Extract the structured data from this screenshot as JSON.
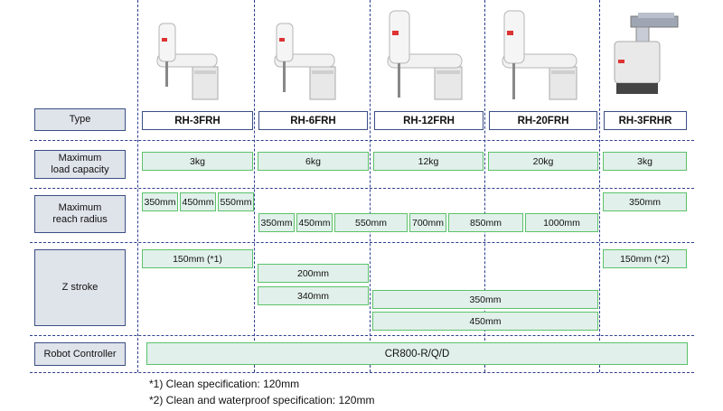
{
  "row_labels": {
    "type": "Type",
    "load": "Maximum\nload capacity",
    "reach": "Maximum\nreach radius",
    "zstroke": "Z stroke",
    "controller": "Robot Controller"
  },
  "models": [
    "RH-3FRH",
    "RH-6FRH",
    "RH-12FRH",
    "RH-20FRH",
    "RH-3FRHR"
  ],
  "load": [
    "3kg",
    "6kg",
    "12kg",
    "20kg",
    "3kg"
  ],
  "reach": {
    "rh3": [
      "350mm",
      "450mm",
      "550mm"
    ],
    "rh6_20": [
      "350mm",
      "450mm",
      "550mm",
      "700mm",
      "850mm",
      "1000mm"
    ],
    "rh3r": "350mm"
  },
  "zstroke": {
    "rh3": "150mm (*1)",
    "rh3r": "150mm (*2)",
    "s200": "200mm",
    "s340": "340mm",
    "s350": "350mm",
    "s450": "450mm"
  },
  "controller": "CR800-R/Q/D",
  "notes": [
    "*1) Clean specification: 120mm",
    "*2) Clean and waterproof specification: 120mm"
  ],
  "colors": {
    "dashed_line": "#2e3f8f",
    "label_fill": "#dfe3ea",
    "cell_fill": "#e1f0ea",
    "cell_border": "#5cc26a"
  }
}
